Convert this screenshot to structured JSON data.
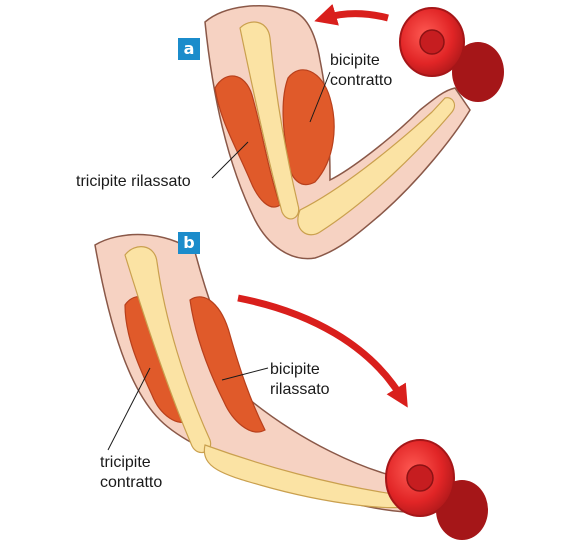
{
  "panels": [
    {
      "badge": "a",
      "biceps_lines": [
        "bicipite",
        "contratto"
      ],
      "triceps_lines": [
        "tricipite rilassato"
      ]
    },
    {
      "badge": "b",
      "biceps_lines": [
        "bicipite",
        "rilassato"
      ],
      "triceps_lines": [
        "tricipite",
        "contratto"
      ]
    }
  ],
  "colors": {
    "skin": "#f6d2c2",
    "skin_outline": "#8a5848",
    "bone": "#fbe3a4",
    "bone_outline": "#caa04e",
    "muscle": "#e05a2a",
    "muscle_dark": "#b8401c",
    "arrow": "#d91f1c",
    "weight": "#e12526",
    "weight_dark": "#a51618",
    "badge": "#1b8ccb"
  },
  "icons": [
    "curved-arrow-icon",
    "dumbbell-icon"
  ]
}
